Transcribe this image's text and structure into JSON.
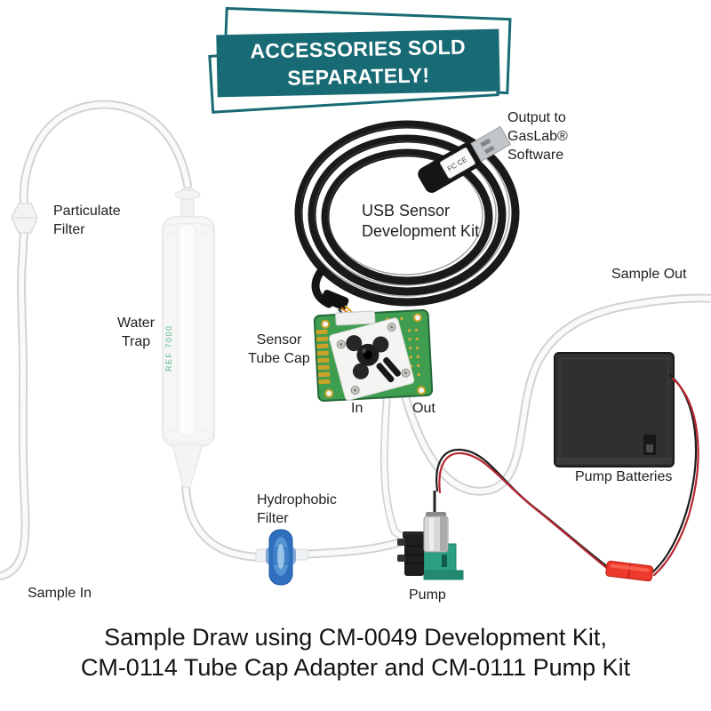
{
  "banner": {
    "text": "ACCESSORIES SOLD\nSEPARATELY!"
  },
  "labels": {
    "particulate_filter": "Particulate\nFilter",
    "water_trap": "Water\nTrap",
    "output_software": "Output to\nGasLab®\nSoftware",
    "usb_kit": "USB Sensor\nDevelopment Kit",
    "sensor_tube_cap": "Sensor\nTube Cap",
    "tube_in": "In",
    "tube_out": "Out",
    "sample_out": "Sample Out",
    "pump_batteries": "Pump Batteries",
    "hydrophobic_filter": "Hydrophobic\nFilter",
    "sample_in": "Sample In",
    "pump": "Pump"
  },
  "markings": {
    "water_trap": "REF 7000",
    "usb_plug": "FC CE"
  },
  "caption": "Sample Draw using CM-0049 Development Kit,\nCM-0114 Tube Cap Adapter and CM-0111 Pump Kit",
  "colors": {
    "banner_teal": "#186a74",
    "pcb_green": "#3f9d50",
    "pump_teal": "#2a9f82",
    "filter_blue": "#2f6fbe",
    "battery_black": "#303030",
    "cable_black": "#1a1a1a",
    "connector_red": "#ee3a2c",
    "wire_red": "#b82732",
    "gold": "#c9a227",
    "marking_green": "#56b78f"
  }
}
